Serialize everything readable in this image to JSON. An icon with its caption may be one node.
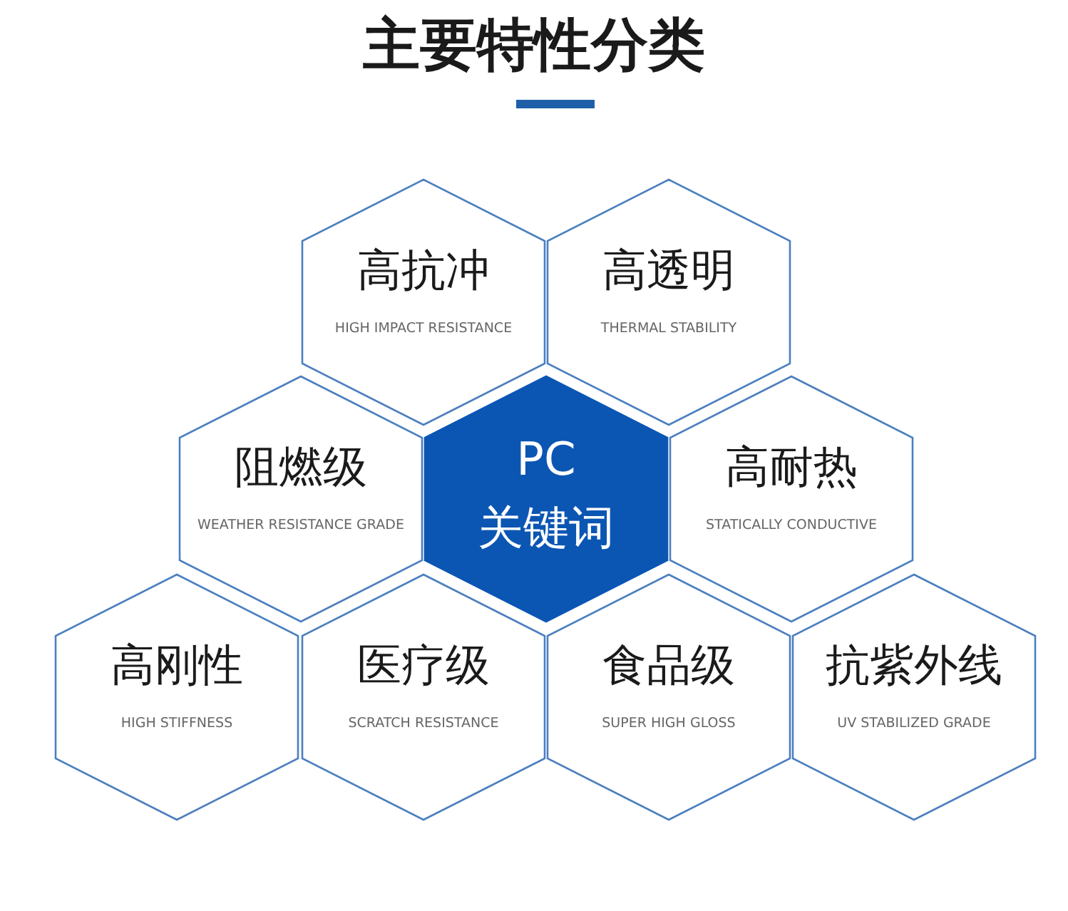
{
  "diagram": {
    "title": "主要特性分类",
    "nodes": [
      {
        "text": [
          "高抗冲",
          "HIGH IMPACT RESISTANCE"
        ]
      },
      {
        "text": [
          "高透明",
          "THERMAL STABILITY"
        ]
      },
      {
        "text": [
          "阻燃级",
          "WEATHER RESISTANCE GRADE"
        ]
      },
      {
        "text": [
          "PC",
          "关键词"
        ]
      },
      {
        "text": [
          "高耐热",
          "STATICALLY CONDUCTIVE"
        ]
      },
      {
        "text": [
          "高刚性",
          "HIGH STIFFNESS"
        ]
      },
      {
        "text": [
          "医疗级",
          "SCRATCH RESISTANCE"
        ]
      },
      {
        "text": [
          "食品级",
          "SUPER HIGH GLOSS"
        ]
      },
      {
        "text": [
          "抗紫外线",
          "UV STABILIZED GRADE"
        ]
      }
    ]
  }
}
